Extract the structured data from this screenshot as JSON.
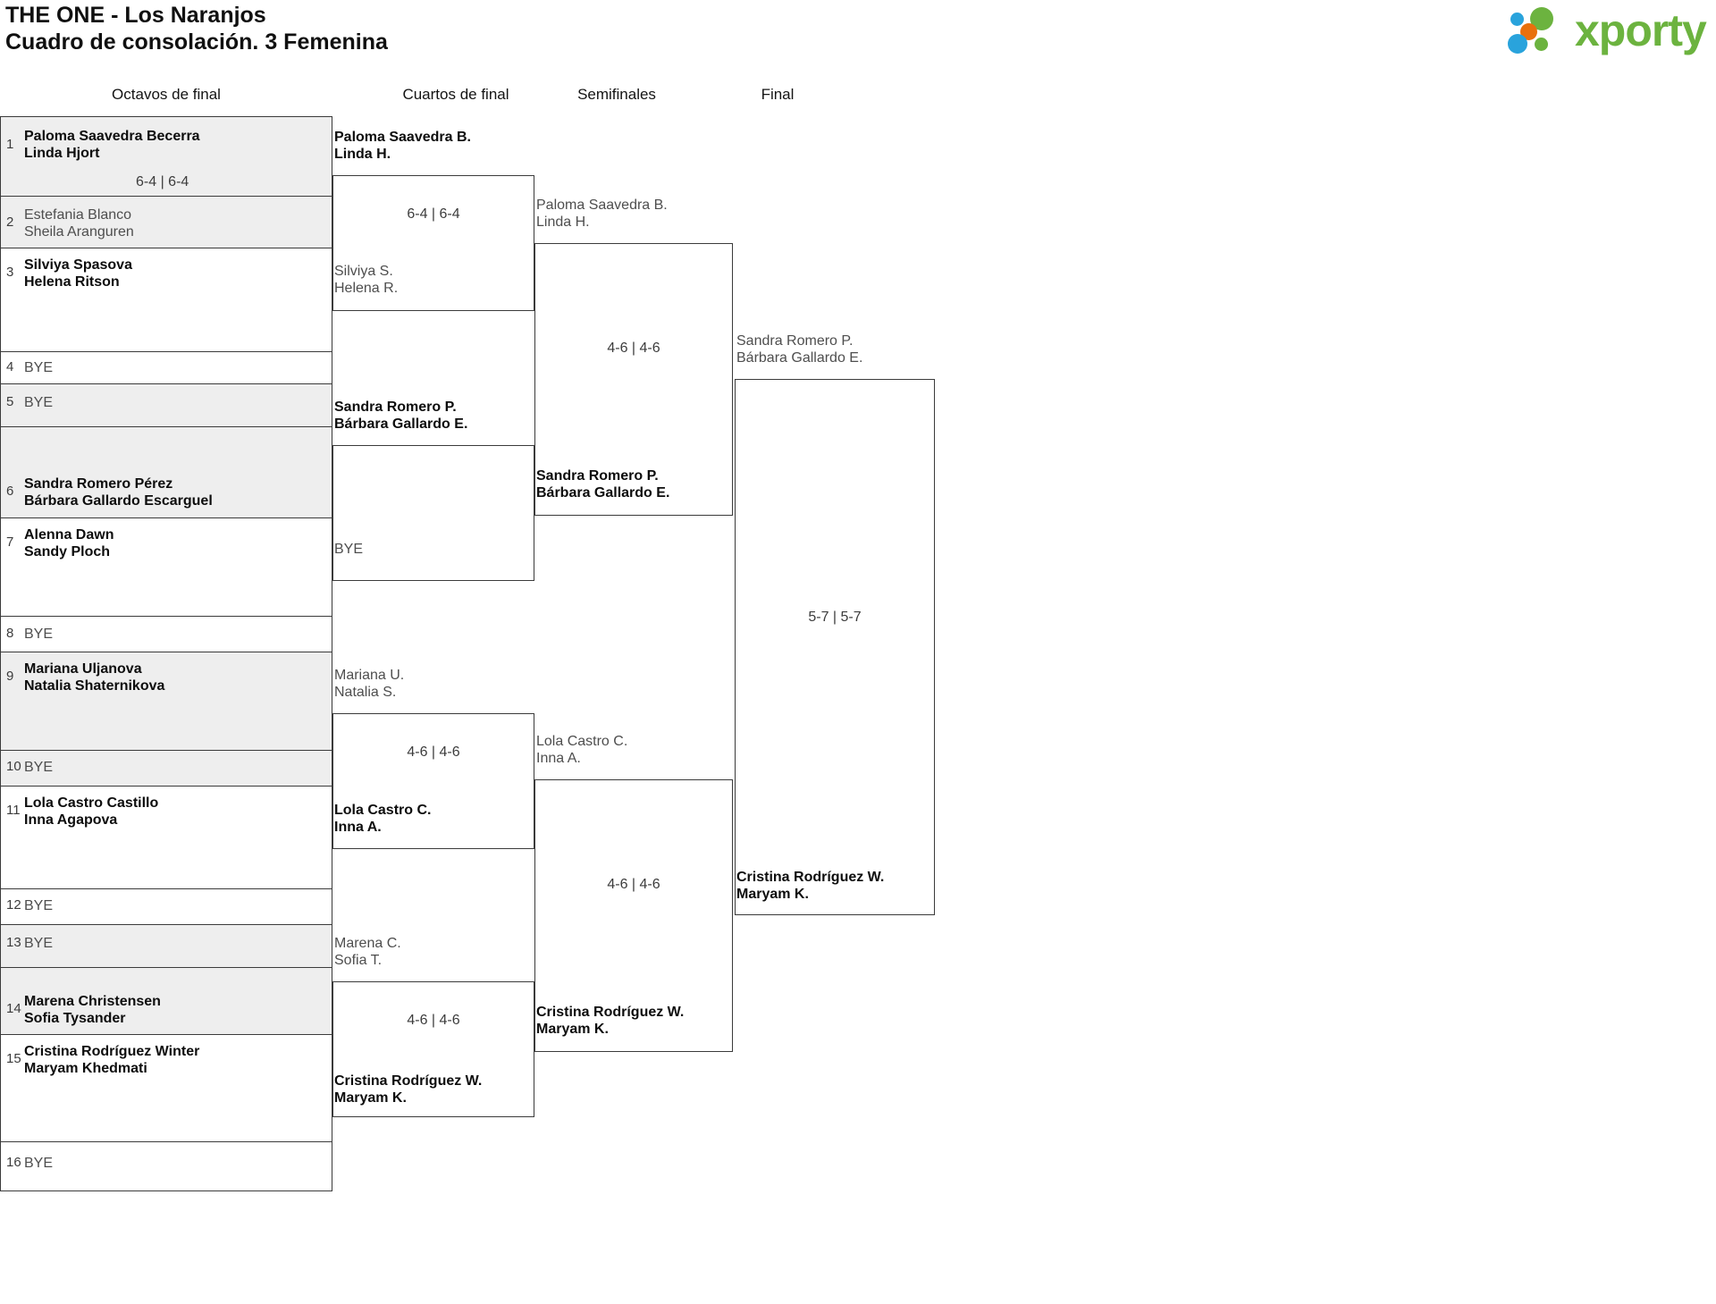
{
  "header": {
    "tournament": "THE ONE - Los Naranjos",
    "subtitle": "Cuadro de consolación. 3 Femenina",
    "logo_word": "xporty",
    "logo_colors": {
      "green": "#6cb33f",
      "blue": "#29a3dc",
      "orange": "#e8700d"
    }
  },
  "rounds": [
    {
      "label": "Octavos de final"
    },
    {
      "label": "Cuartos de final"
    },
    {
      "label": "Semifinales"
    },
    {
      "label": "Final"
    }
  ],
  "bye_label": "BYE",
  "round1": {
    "slots": [
      {
        "seed": "1",
        "line1": "Paloma Saavedra Becerra",
        "line2": "Linda Hjort",
        "state": "win"
      },
      {
        "seed": "2",
        "line1": "Estefania Blanco",
        "line2": "Sheila Aranguren",
        "state": "lose"
      },
      {
        "seed": "3",
        "line1": "Silviya Spasova",
        "line2": "Helena Ritson",
        "state": "win"
      },
      {
        "seed": "4",
        "line1": "BYE",
        "line2": "",
        "state": "bye"
      },
      {
        "seed": "5",
        "line1": "BYE",
        "line2": "",
        "state": "bye"
      },
      {
        "seed": "6",
        "line1": "Sandra Romero Pérez",
        "line2": "Bárbara Gallardo Escarguel",
        "state": "win"
      },
      {
        "seed": "7",
        "line1": "Alenna Dawn",
        "line2": "Sandy Ploch",
        "state": "win"
      },
      {
        "seed": "8",
        "line1": "BYE",
        "line2": "",
        "state": "bye"
      },
      {
        "seed": "9",
        "line1": "Mariana Uljanova",
        "line2": "Natalia Shaternikova",
        "state": "win"
      },
      {
        "seed": "10",
        "line1": "BYE",
        "line2": "",
        "state": "bye"
      },
      {
        "seed": "11",
        "line1": "Lola Castro Castillo",
        "line2": "Inna Agapova",
        "state": "win"
      },
      {
        "seed": "12",
        "line1": "BYE",
        "line2": "",
        "state": "bye"
      },
      {
        "seed": "13",
        "line1": "BYE",
        "line2": "",
        "state": "bye"
      },
      {
        "seed": "14",
        "line1": "Marena Christensen",
        "line2": "Sofia Tysander",
        "state": "win"
      },
      {
        "seed": "15",
        "line1": "Cristina Rodríguez Winter",
        "line2": "Maryam Khedmati",
        "state": "win"
      },
      {
        "seed": "16",
        "line1": "BYE",
        "line2": "",
        "state": "bye"
      }
    ],
    "scores": [
      "6-4 | 6-4",
      "",
      "",
      "",
      "",
      "",
      "",
      ""
    ]
  },
  "round2": {
    "entries": [
      {
        "line1": "Paloma Saavedra B.",
        "line2": "Linda H.",
        "state": "win"
      },
      {
        "line1": "Silviya S.",
        "line2": "Helena R.",
        "state": "lose"
      },
      {
        "line1": "Sandra Romero P.",
        "line2": "Bárbara Gallardo E.",
        "state": "win"
      },
      {
        "line1": "BYE",
        "line2": "",
        "state": "bye"
      },
      {
        "line1": "Mariana U.",
        "line2": "Natalia S.",
        "state": "lose"
      },
      {
        "line1": "Lola Castro C.",
        "line2": "Inna A.",
        "state": "win"
      },
      {
        "line1": "Marena C.",
        "line2": "Sofia T.",
        "state": "lose"
      },
      {
        "line1": "Cristina Rodríguez W.",
        "line2": "Maryam K.",
        "state": "win"
      }
    ],
    "scores": [
      "6-4 | 6-4",
      "",
      "4-6 | 4-6",
      "4-6 | 4-6"
    ]
  },
  "round3": {
    "entries": [
      {
        "line1": "Paloma Saavedra B.",
        "line2": "Linda H.",
        "state": "lose"
      },
      {
        "line1": "Sandra Romero P.",
        "line2": "Bárbara Gallardo E.",
        "state": "win"
      },
      {
        "line1": "Lola Castro C.",
        "line2": "Inna A.",
        "state": "lose"
      },
      {
        "line1": "Cristina Rodríguez W.",
        "line2": "Maryam K.",
        "state": "win"
      }
    ],
    "scores": [
      "4-6 | 4-6",
      "4-6 | 4-6"
    ]
  },
  "round4": {
    "entries": [
      {
        "line1": "Sandra Romero P.",
        "line2": "Bárbara Gallardo E.",
        "state": "lose"
      },
      {
        "line1": "Cristina Rodríguez W.",
        "line2": "Maryam K.",
        "state": "win"
      }
    ],
    "scores": [
      "5-7 | 5-7"
    ]
  }
}
